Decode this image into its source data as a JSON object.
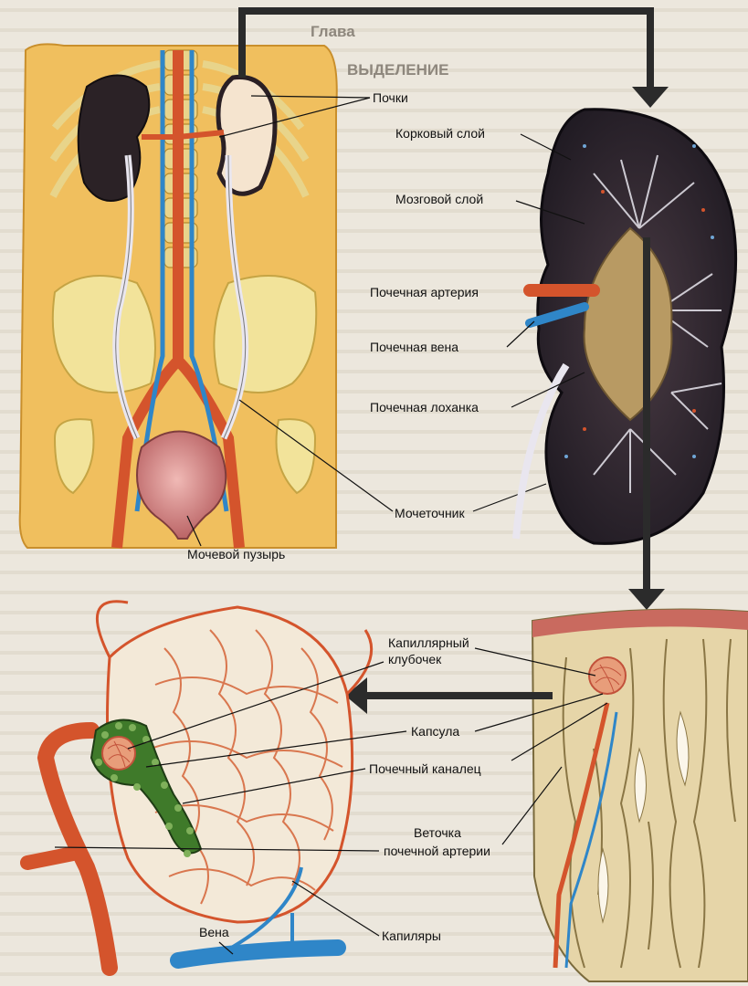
{
  "labels": {
    "kidneys": "Почки",
    "cortex": "Корковый слой",
    "medulla": "Мозговой слой",
    "renal_artery": "Почечная артерия",
    "renal_vein": "Почечная вена",
    "renal_pelvis": "Почечная лоханка",
    "ureter": "Мочеточник",
    "bladder": "Мочевой пузырь",
    "glomerulus_line1": "Капиллярный",
    "glomerulus_line2": "клубочек",
    "capsule": "Капсула",
    "tubule": "Почечный каналец",
    "artery_branch_line1": "Веточка",
    "artery_branch_line2": "почечной артерии",
    "capillaries": "Капиляры",
    "vein": "Вена"
  },
  "background_text": {
    "heading_line1": "Глава",
    "heading_line2": "ВЫДЕЛЕНИЕ"
  },
  "colors": {
    "background": "#ece7dd",
    "body": "#f0bf5e",
    "artery": "#d4542c",
    "vein": "#2f86c8",
    "kidney_dark": "#2c2530",
    "bladder": "#d98a8a",
    "tubule": "#3f7a2a",
    "arrow": "#2b2b2b"
  },
  "icons": {
    "flow_arrow": "arrow-icon"
  }
}
